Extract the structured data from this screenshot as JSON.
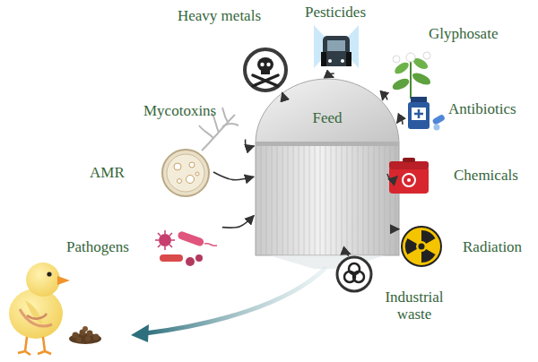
{
  "diagram": {
    "nodes": [
      {
        "text": [
          "Pesticides"
        ]
      },
      {
        "text": [
          "Heavy metals"
        ]
      },
      {
        "text": [
          "Glyphosate"
        ]
      },
      {
        "text": [
          "Mycotoxins"
        ]
      },
      {
        "text": [
          "Antibiotics"
        ]
      },
      {
        "text": [
          "AMR"
        ]
      },
      {
        "text": [
          "Feed"
        ]
      },
      {
        "text": [
          "Chemicals"
        ]
      },
      {
        "text": [
          "Pathogens"
        ]
      },
      {
        "text": [
          "Radiation"
        ]
      },
      {
        "text": [
          "Industrial waste"
        ]
      }
    ],
    "edges": [
      {
        "from": 0,
        "to": 6,
        "arrow": "to"
      },
      {
        "from": 1,
        "to": 6,
        "arrow": "to"
      },
      {
        "from": 2,
        "to": 6,
        "arrow": "to"
      },
      {
        "from": 3,
        "to": 6,
        "arrow": "to"
      },
      {
        "from": 4,
        "to": 6,
        "arrow": "to"
      },
      {
        "from": 5,
        "to": 6,
        "arrow": "to"
      },
      {
        "from": 7,
        "to": 6,
        "arrow": "to"
      },
      {
        "from": 8,
        "to": 6,
        "arrow": "to"
      },
      {
        "from": 9,
        "to": 6,
        "arrow": "to"
      },
      {
        "from": 10,
        "to": 6,
        "arrow": "to"
      }
    ]
  }
}
